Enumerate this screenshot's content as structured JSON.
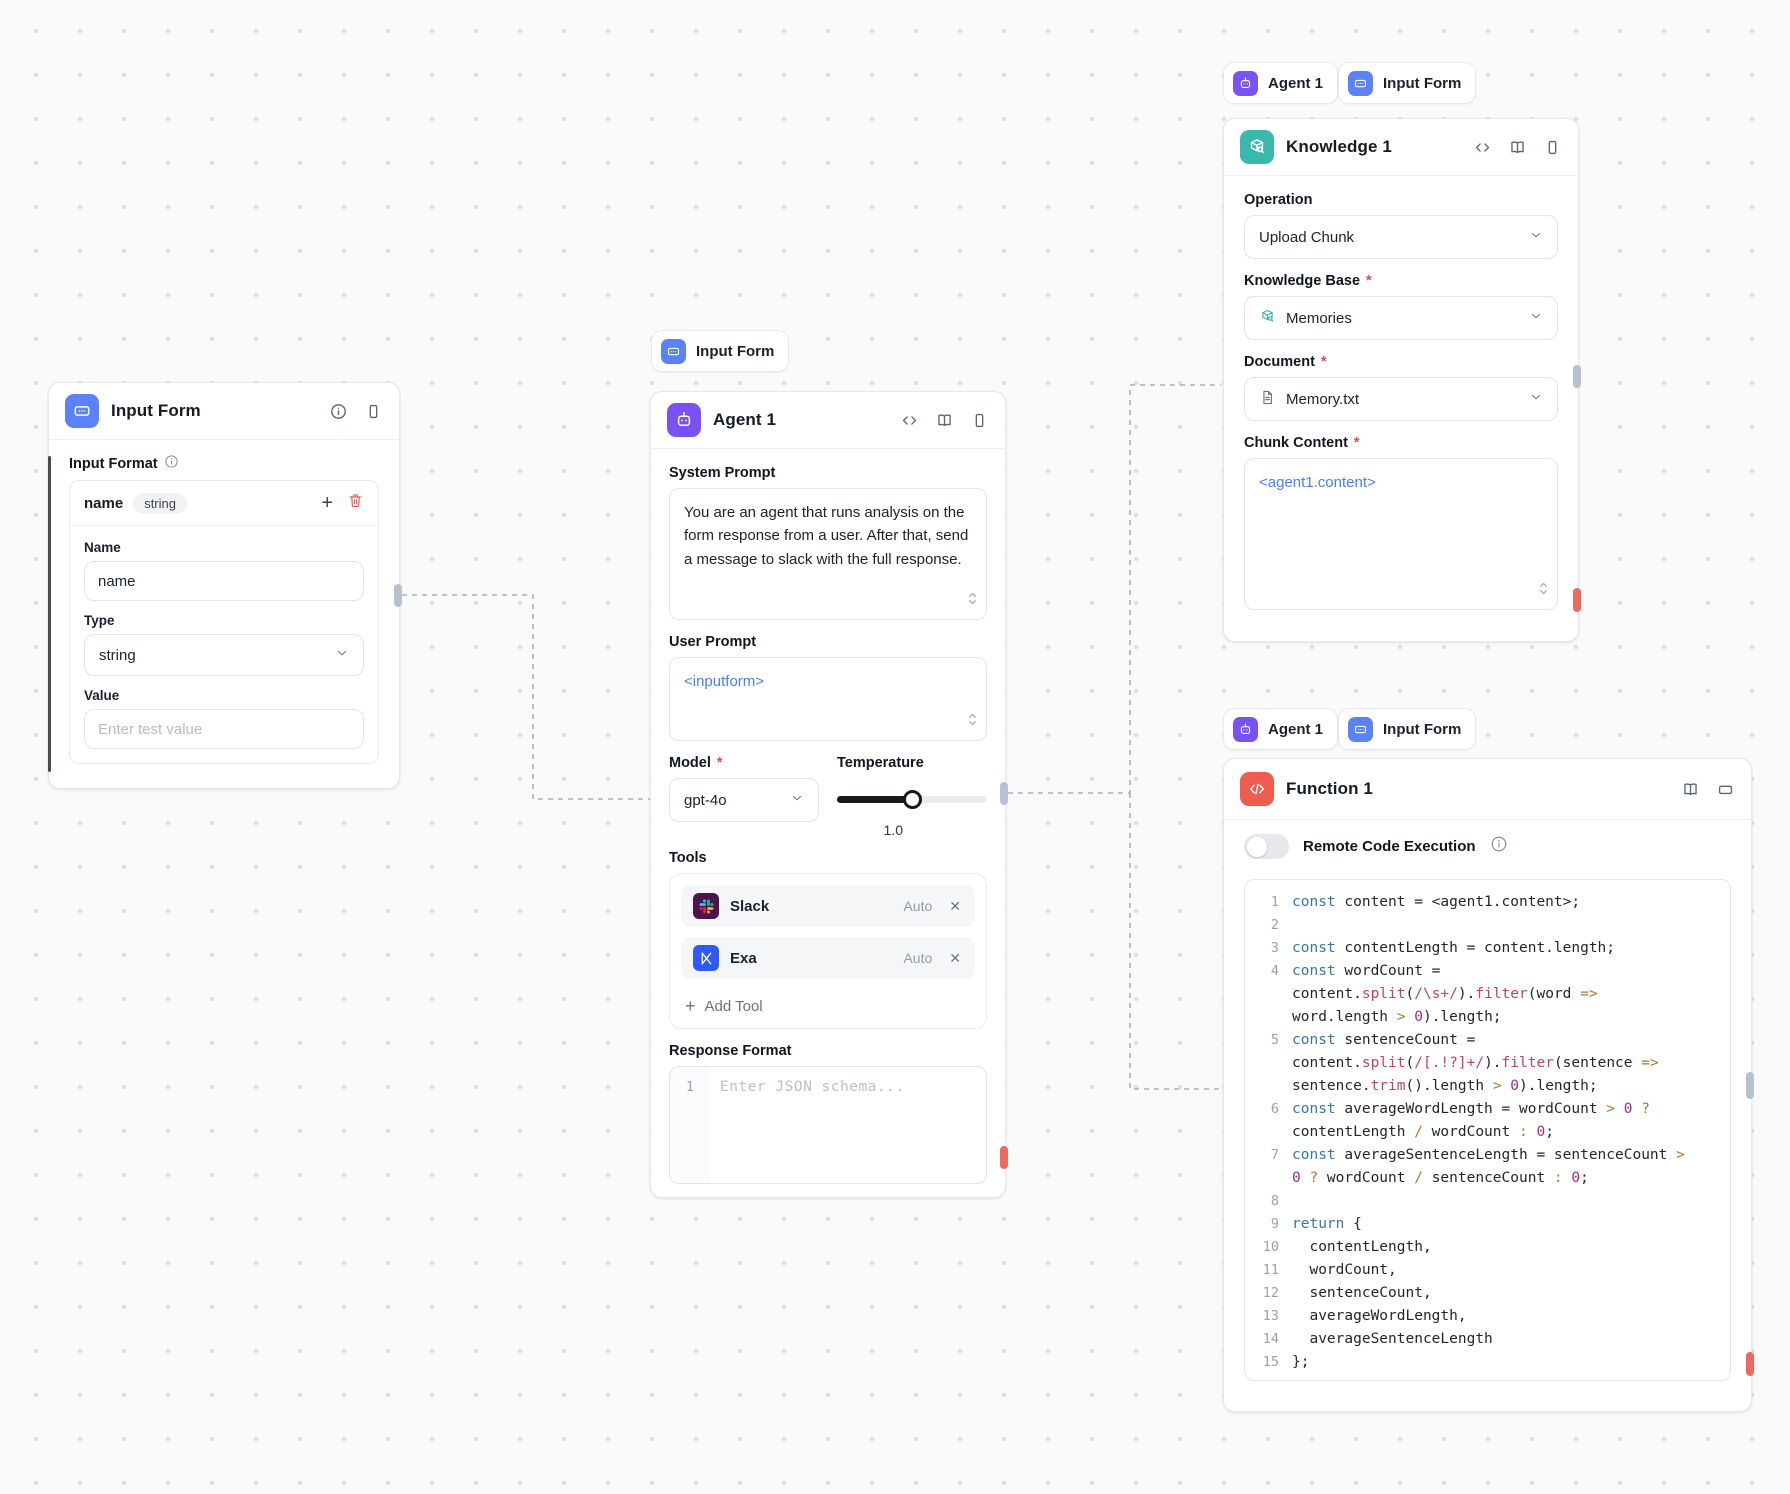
{
  "chips": {
    "agent_label": "Agent 1",
    "input_form_label": "Input Form"
  },
  "nodes": {
    "input_form": {
      "title": "Input Form",
      "input_format_label": "Input Format",
      "field_row": {
        "name": "name",
        "type": "string"
      },
      "name_label": "Name",
      "name_value": "name",
      "type_label": "Type",
      "type_value": "string",
      "value_label": "Value",
      "value_placeholder": "Enter test value"
    },
    "agent": {
      "title": "Agent 1",
      "system_prompt_label": "System Prompt",
      "system_prompt": "You are an agent that runs analysis on the form response from a user. After that, send a message to slack with the full response.",
      "user_prompt_label": "User Prompt",
      "user_prompt": "<inputform>",
      "model_label": "Model",
      "model": "gpt-4o",
      "temperature_label": "Temperature",
      "temperature": "1.0",
      "tools_label": "Tools",
      "tools": [
        {
          "name": "Slack",
          "mode": "Auto"
        },
        {
          "name": "Exa",
          "mode": "Auto"
        }
      ],
      "add_tool_label": "Add Tool",
      "response_format_label": "Response Format",
      "response_format_gutter": "1",
      "response_format_placeholder": "Enter JSON schema..."
    },
    "knowledge": {
      "title": "Knowledge 1",
      "operation_label": "Operation",
      "operation": "Upload Chunk",
      "knowledge_base_label": "Knowledge Base",
      "knowledge_base": "Memories",
      "document_label": "Document",
      "document": "Memory.txt",
      "chunk_content_label": "Chunk Content",
      "chunk_content": "<agent1.content>"
    },
    "function": {
      "title": "Function 1",
      "remote_exec_label": "Remote Code Execution",
      "code_lines": [
        {
          "n": "1",
          "t": [
            [
              "k",
              "const"
            ],
            [
              "p",
              " content = <agent1.content>;"
            ]
          ]
        },
        {
          "n": "2",
          "t": []
        },
        {
          "n": "3",
          "t": [
            [
              "k",
              "const"
            ],
            [
              "p",
              " contentLength = content.length;"
            ]
          ]
        },
        {
          "n": "4",
          "t": [
            [
              "k",
              "const"
            ],
            [
              "p",
              " wordCount ="
            ]
          ]
        },
        {
          "n": "",
          "t": [
            [
              "p",
              "content."
            ],
            [
              "m",
              "split"
            ],
            [
              "p",
              "("
            ],
            [
              "r",
              "/\\s+/"
            ],
            [
              "p",
              ")."
            ],
            [
              "m",
              "filter"
            ],
            [
              "p",
              "(word "
            ],
            [
              "o",
              "=>"
            ]
          ]
        },
        {
          "n": "",
          "t": [
            [
              "p",
              "word.length "
            ],
            [
              "o",
              ">"
            ],
            [
              "p",
              " "
            ],
            [
              "d",
              "0"
            ],
            [
              "p",
              ").length;"
            ]
          ]
        },
        {
          "n": "5",
          "t": [
            [
              "k",
              "const"
            ],
            [
              "p",
              " sentenceCount ="
            ]
          ]
        },
        {
          "n": "",
          "t": [
            [
              "p",
              "content."
            ],
            [
              "m",
              "split"
            ],
            [
              "p",
              "("
            ],
            [
              "r",
              "/[.!?]+/"
            ],
            [
              "p",
              ")."
            ],
            [
              "m",
              "filter"
            ],
            [
              "p",
              "(sentence "
            ],
            [
              "o",
              "=>"
            ]
          ]
        },
        {
          "n": "",
          "t": [
            [
              "p",
              "sentence."
            ],
            [
              "m",
              "trim"
            ],
            [
              "p",
              "().length "
            ],
            [
              "o",
              ">"
            ],
            [
              "p",
              " "
            ],
            [
              "d",
              "0"
            ],
            [
              "p",
              ").length;"
            ]
          ]
        },
        {
          "n": "6",
          "t": [
            [
              "k",
              "const"
            ],
            [
              "p",
              " averageWordLength = wordCount "
            ],
            [
              "o",
              ">"
            ],
            [
              "p",
              " "
            ],
            [
              "d",
              "0"
            ],
            [
              "p",
              " "
            ],
            [
              "o",
              "?"
            ]
          ]
        },
        {
          "n": "",
          "t": [
            [
              "p",
              "contentLength "
            ],
            [
              "o",
              "/"
            ],
            [
              "p",
              " wordCount "
            ],
            [
              "o",
              ":"
            ],
            [
              "p",
              " "
            ],
            [
              "d",
              "0"
            ],
            [
              "p",
              ";"
            ]
          ]
        },
        {
          "n": "7",
          "t": [
            [
              "k",
              "const"
            ],
            [
              "p",
              " averageSentenceLength = sentenceCount "
            ],
            [
              "o",
              ">"
            ]
          ]
        },
        {
          "n": "",
          "t": [
            [
              "d",
              "0"
            ],
            [
              "p",
              " "
            ],
            [
              "o",
              "?"
            ],
            [
              "p",
              " wordCount "
            ],
            [
              "o",
              "/"
            ],
            [
              "p",
              " sentenceCount "
            ],
            [
              "o",
              ":"
            ],
            [
              "p",
              " "
            ],
            [
              "d",
              "0"
            ],
            [
              "p",
              ";"
            ]
          ]
        },
        {
          "n": "8",
          "t": []
        },
        {
          "n": "9",
          "t": [
            [
              "k",
              "return"
            ],
            [
              "p",
              " {"
            ]
          ]
        },
        {
          "n": "10",
          "t": [
            [
              "p",
              "  contentLength,"
            ]
          ]
        },
        {
          "n": "11",
          "t": [
            [
              "p",
              "  wordCount,"
            ]
          ]
        },
        {
          "n": "12",
          "t": [
            [
              "p",
              "  sentenceCount,"
            ]
          ]
        },
        {
          "n": "13",
          "t": [
            [
              "p",
              "  averageWordLength,"
            ]
          ]
        },
        {
          "n": "14",
          "t": [
            [
              "p",
              "  averageSentenceLength"
            ]
          ]
        },
        {
          "n": "15",
          "t": [
            [
              "p",
              "};"
            ]
          ]
        }
      ]
    }
  },
  "colors": {
    "accent_blue": "#5b82f6",
    "accent_purple": "#7a52f4",
    "accent_teal": "#3bb8ac",
    "accent_red": "#ef5b4c",
    "template_var_blue": "#4a80f0",
    "handle_slate": "#b7c1d2",
    "handle_red": "#ec6a5e",
    "slack_bg": "#4a154b",
    "exa_bg": "#2e5bf6"
  }
}
